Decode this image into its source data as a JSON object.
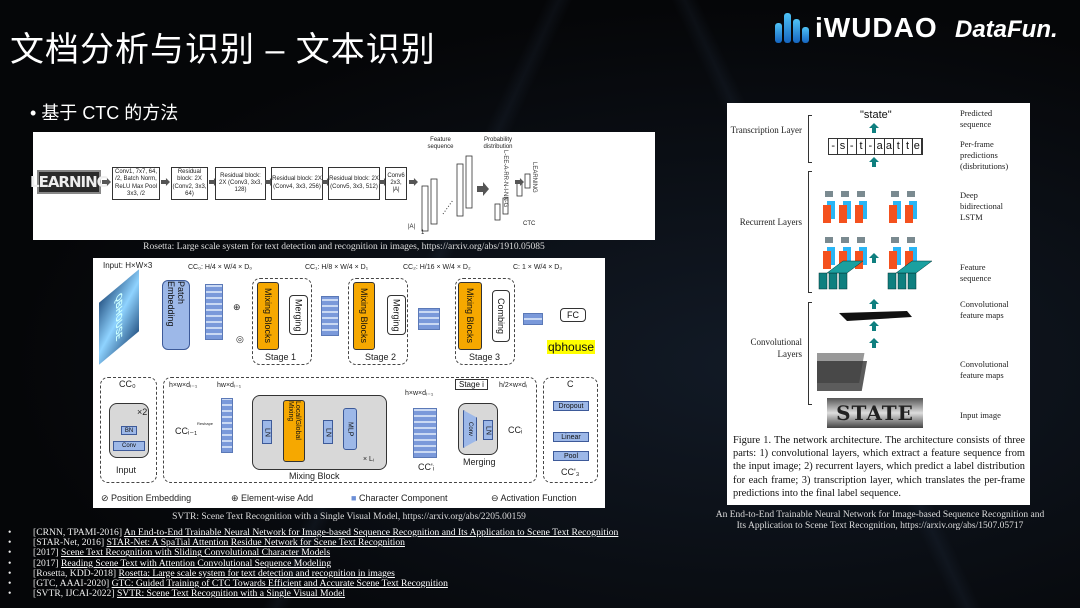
{
  "slide": {
    "title": "文档分析与识别 – 文本识别",
    "bullet": "基于 CTC 的方法",
    "logos": {
      "iwudao": "iWUDAO",
      "datafun": "DataFun."
    }
  },
  "rosetta": {
    "input_word": "LEARNING",
    "boxes": [
      "Conv1, 7x7, 64, /2, Batch Norm, ReLU Max Pool 3x3, /2",
      "Residual block: 2X (Conv2, 3x3, 64)",
      "Residual block: 2X (Conv3, 3x3, 128)",
      "Residual block: 2X (Conv4, 3x3, 256)",
      "Residual block: 2X (Conv5, 3x3, 512)",
      "Conv6 2x3, |A|"
    ],
    "feature_sequence": "Feature sequence",
    "probability": "Probability distribution",
    "alpha": "|A|",
    "one": "1",
    "ctc_seq": "L-EE-A-RR-N-I-NN-G",
    "output": "LEARNING",
    "ctc": "CTC",
    "caption": "Rosetta: Large scale system for text detection and recognition in images, https://arxiv.org/abs/1910.05085"
  },
  "svtr": {
    "input": "Input: H×W×3",
    "input_word": "QBHOUSE",
    "patch": "Patch Embedding",
    "cc0": "CC₀: H/4 × W/4 × D₀",
    "cc1": "CC₁: H/8 × W/4 × D₁",
    "cc2": "CC₂: H/16 × W/4 × D₂",
    "c": "C: 1 × W/4 × D₃",
    "mixing": "Mixing Blocks",
    "merging": "Merging",
    "combing": "Combing",
    "stages": [
      "Stage 1",
      "Stage 2",
      "Stage 3"
    ],
    "fc": "FC",
    "output": "qbhouse",
    "detail": {
      "cc0": "CC₀",
      "x2": "×2",
      "bn": "BN",
      "conv": "Conv",
      "input": "Input",
      "hwd": "h×w×dᵢ₋₁",
      "hwd2": "hw×dᵢ₋₁",
      "cci1": "CCᵢ₋₁",
      "reshape": "Reshape",
      "ln": "LN",
      "lg": "Local/Global Mixing",
      "mlp": "MLP",
      "li": "× Lᵢ",
      "mixing_block": "Mixing Block",
      "hwd3": "h×w×dᵢ₋₁",
      "stage_i": "Stage i",
      "h2": "h/2×w×dᵢ",
      "cci_p": "CC'ᵢ",
      "merging": "Merging",
      "mconv": "Conv",
      "cci": "CCᵢ",
      "c": "C",
      "dropout": "Dropout",
      "linear": "Linear",
      "pool": "Pool",
      "cc3": "CC'₃"
    },
    "legend": [
      "Position Embedding",
      "Element-wise Add",
      "Character Component",
      "Activation Function"
    ],
    "caption": "SVTR: Scene Text Recognition with a Single Visual Model, https://arxiv.org/abs/2205.00159"
  },
  "crnn": {
    "left": [
      "Transcription Layer",
      "Recurrent Layers",
      "Convolutional Layers"
    ],
    "predicted": "\"state\"",
    "frames": [
      "-",
      "s",
      "-",
      "t",
      "-",
      "a",
      "a",
      "t",
      "t",
      "e"
    ],
    "right": [
      "Predicted sequence",
      "Per-frame predictions (disbritutions)",
      "Deep bidirectional LSTM",
      "Feature sequence",
      "Convolutional feature maps",
      "Convolutional feature maps",
      "Input image"
    ],
    "input_word": "STATE",
    "figure_caption": "Figure 1. The network architecture. The architecture consists of three parts: 1) convolutional layers, which extract a feature sequence from the input image; 2) recurrent layers, which predict a label distribution for each frame; 3) transcription layer, which translates the per-frame predictions into the final label sequence.",
    "caption1": "An End-to-End Trainable Neural Network for Image-based Sequence Recognition and",
    "caption2": "Its Application to Scene Text Recognition, https://arxiv.org/abs/1507.05717"
  },
  "references": [
    {
      "tag": "[CRNN, TPAMI-2016]",
      "title": "An End-to-End Trainable Neural Network for Image-based Sequence Recognition and Its Application to Scene Text Recognition"
    },
    {
      "tag": "[STAR-Net, 2016]",
      "title": "STAR-Net: A SpaTial Attention Residue Network for Scene Text Recognition"
    },
    {
      "tag": "[2017]",
      "title": "Scene Text Recognition with Sliding Convolutional Character Models"
    },
    {
      "tag": "[2017]",
      "title": "Reading Scene Text with Attention Convolutional Sequence Modeling"
    },
    {
      "tag": "[Rosetta, KDD-2018]",
      "title": "Rosetta: Large scale system for text detection and recognition in images"
    },
    {
      "tag": "[GTC, AAAI-2020]",
      "title": "GTC: Guided Training of CTC Towards Efficient and Accurate Scene Text Recognition"
    },
    {
      "tag": "[SVTR, IJCAI-2022]",
      "title": "SVTR: Scene Text Recognition with a Single Visual Model"
    }
  ],
  "colors": {
    "background": "#050608",
    "orange": "#f6a800",
    "blue": "#9db8e8",
    "teal": "#0f7f7f",
    "highlight": "#ffff00"
  }
}
